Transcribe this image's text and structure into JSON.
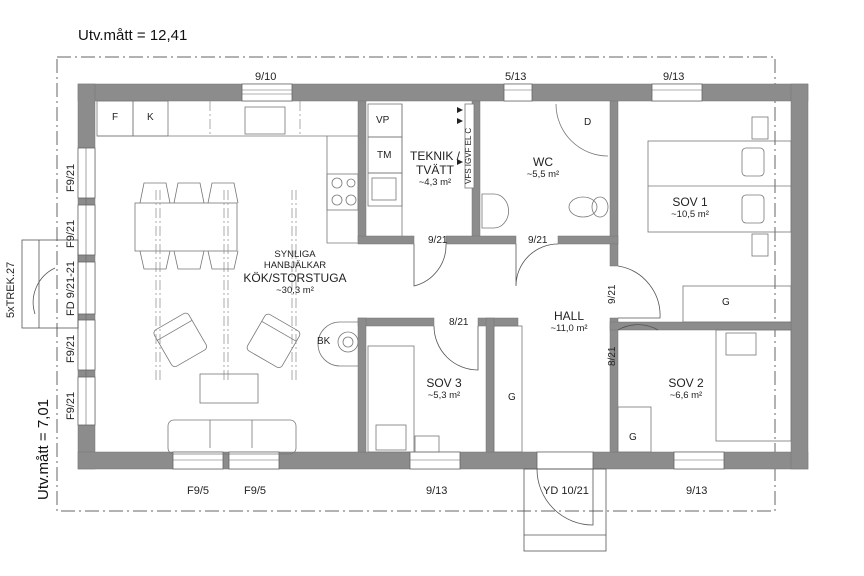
{
  "plan": {
    "overall_width_label": "Utv.mått = 12,41",
    "overall_depth_label": "Utv.mått = 7,01",
    "wall_color": "#8c8c8c",
    "line_color": "#555555",
    "stair_label": "5xTREK.27",
    "note_lines": [
      "SYNLIGA",
      "HANBJÄLKAR"
    ]
  },
  "rooms": [
    {
      "id": "kok",
      "name": "KÖK/STORSTUGA",
      "area": "~30,3 m²"
    },
    {
      "id": "teknik",
      "name_line1": "TEKNIK /",
      "name_line2": "TVÄTT",
      "area": "~4,3 m²"
    },
    {
      "id": "wc",
      "name": "WC",
      "area": "~5,5 m²"
    },
    {
      "id": "sov1",
      "name": "SOV 1",
      "area": "~10,5 m²"
    },
    {
      "id": "hall",
      "name": "HALL",
      "area": "~11,0 m²"
    },
    {
      "id": "sov3",
      "name": "SOV 3",
      "area": "~5,3 m²"
    },
    {
      "id": "sov2",
      "name": "SOV 2",
      "area": "~6,6 m²"
    }
  ],
  "windows": {
    "top_kitchen": "9/10",
    "top_wc": "5/13",
    "top_sov1": "9/13",
    "left_1": "F9/21",
    "left_2": "F9/21",
    "left_door": "FD 9/21-21",
    "left_3": "F9/21",
    "left_4": "F9/21",
    "bottom_1": "F9/5",
    "bottom_2": "F9/5",
    "bottom_sov3": "9/13",
    "bottom_sov2": "9/13"
  },
  "doors": {
    "teknik": "9/21",
    "wc": "9/21",
    "sov1": "9/21",
    "sov3": "8/21",
    "sov2": "8/21",
    "entry": "YD 10/21"
  },
  "appliances": {
    "fridge": "F",
    "freezer": "K",
    "heat_pump": "VP",
    "dryer": "TM",
    "shower": "D",
    "stove": "BK",
    "wardrobe_sov1": "G",
    "wardrobe_hall": "G",
    "wardrobe_sov2": "G",
    "riser_labels": "VFS IGVF EL C"
  }
}
